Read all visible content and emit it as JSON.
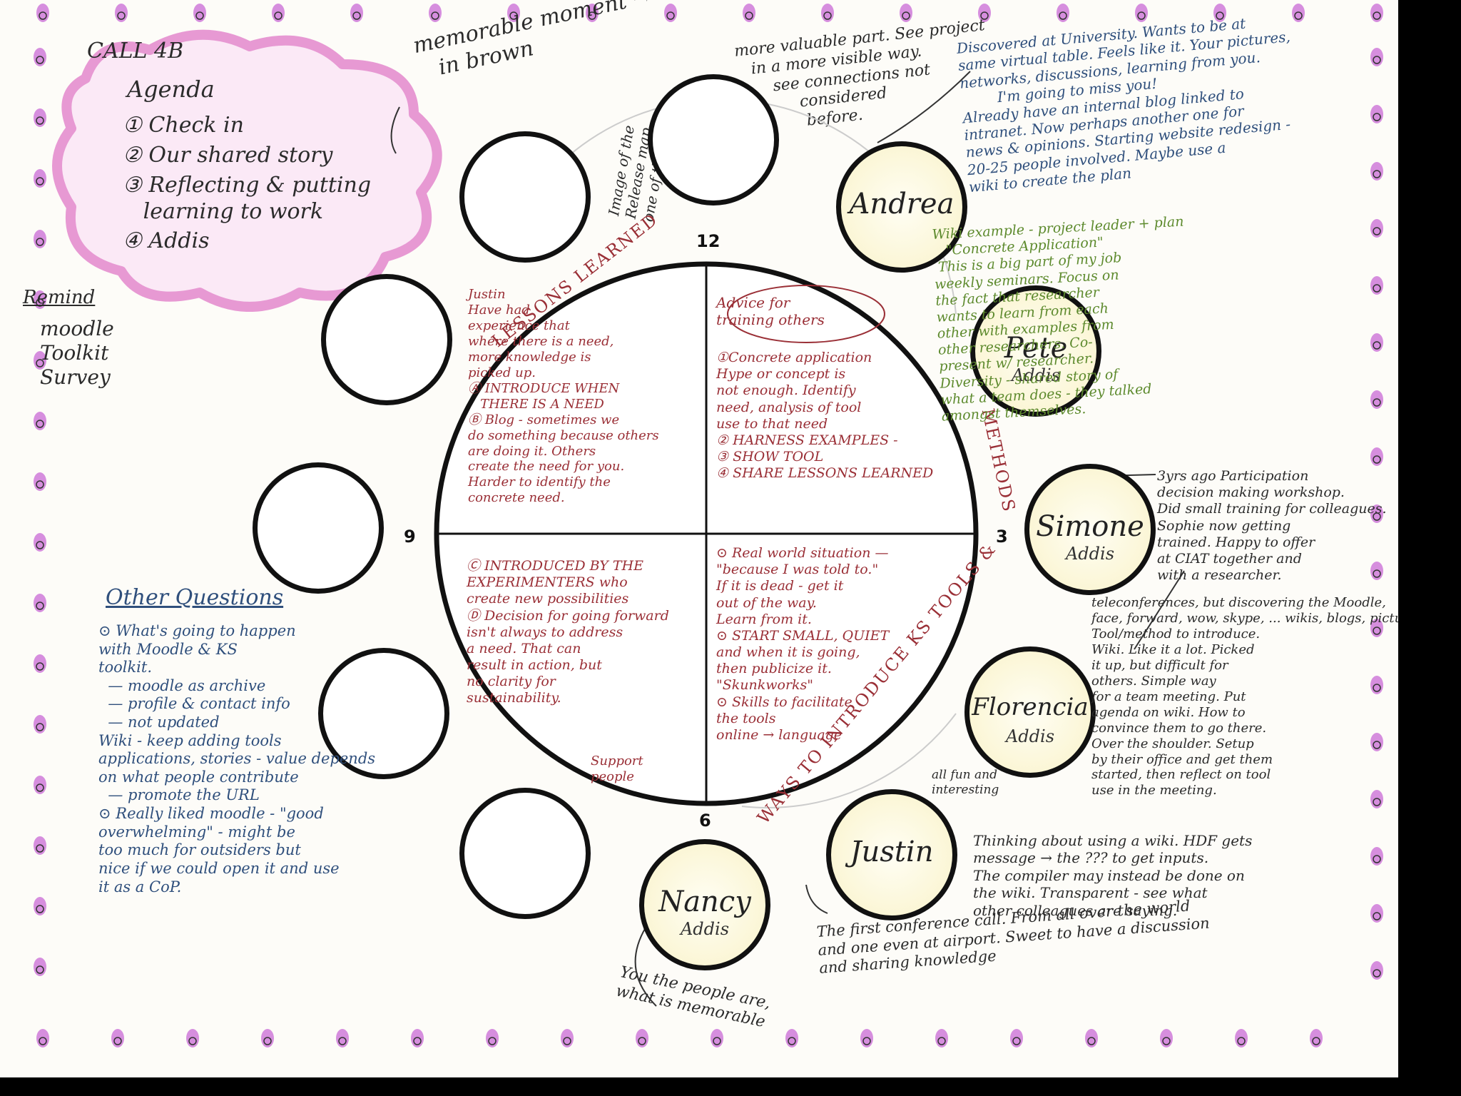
{
  "agenda": {
    "title": "CALL 4B",
    "heading": "Agenda",
    "items": [
      "① Check in",
      "② Our shared story",
      "③ Reflecting & putting\n   learning to work",
      "④ Addis"
    ]
  },
  "remind": {
    "label": "Remind",
    "items": "moodle\nToolkit\nSurvey"
  },
  "top_notes": {
    "memorable": "memorable moment →\n   in brown",
    "valuable": "more valuable part. See project\n   in a more visible way.\n       see connections not\n            considered\n             before.",
    "vertical": "Image of the\nRelease map\none of the more"
  },
  "clock_numbers": {
    "twelve": "12",
    "three": "3",
    "six": "6",
    "nine": "9"
  },
  "arc_labels": {
    "lessons": "LESSONS LEARNED",
    "methods": "METHODS",
    "ways": "WAYS TO INTRODUCE KS TOOLS &"
  },
  "quadrants": {
    "top_left": "Justin\nHave had\nexperience that\nwhere there is a need,\nmore knowledge is\npicked up.\nⒶ INTRODUCE WHEN\n   THERE IS A NEED\nⒷ Blog - sometimes we\ndo something because others\nare doing it. Others\ncreate the need for you.\nHarder to identify the\nconcrete need.",
    "top_right_heading": "Advice for\ntraining others",
    "top_right": "①Concrete application\nHype or concept is\nnot enough. Identify\nneed, analysis of tool\nuse to that need\n② HARNESS EXAMPLES -\n③ SHOW TOOL\n④ SHARE LESSONS LEARNED",
    "bottom_left": "Ⓒ INTRODUCED BY THE\nEXPERIMENTERS who\ncreate new possibilities\nⒹ Decision for going forward\nisn't always to address\na need. That can\nresult in action, but\nno clarity for\nsustainability.",
    "bottom_left_note": "Support\npeople",
    "bottom_right": "⊙ Real world situation —\n\"because I was told to.\"\nIf it is dead - get it\nout of the way.\nLearn from it.\n⊙ START SMALL, QUIET\nand when it is going,\nthen publicize it.\n\"Skunkworks\"\n⊙ Skills to facilitate\nthe tools\nonline → language"
  },
  "participants": [
    {
      "name": "Andrea",
      "sub": ""
    },
    {
      "name": "Pete",
      "sub": "Addis"
    },
    {
      "name": "Simone",
      "sub": "Addis"
    },
    {
      "name": "Florencia",
      "sub": "Addis"
    },
    {
      "name": "Justin",
      "sub": ""
    },
    {
      "name": "Nancy",
      "sub": "Addis"
    }
  ],
  "right_notes": {
    "andrea": "Discovered at University. Wants to be at\nsame virtual table. Feels like it. Your pictures,\nnetworks, discussions, learning from you.\n        I'm going to miss you!\nAlready have an internal blog linked to\nintranet. Now perhaps another one for\nnews & opinions. Starting website redesign -\n20-25 people involved. Maybe use a\nwiki to create the plan",
    "pete": "Wiki example - project leader + plan\n   \"Concrete Application\"\n This is a big part of my job\nweekly seminars. Focus on\nthe fact that researcher\nwants to learn from each\nother with examples from\nother researchers. Co-\npresent w/ researcher.\nDiversity - shared story of\nwhat a team does - they talked\namongst themselves.",
    "simone": "3yrs ago Participation\ndecision making workshop.\nDid small training for colleagues.\nSophie now getting\ntrained. Happy to offer\nat CIAT together and\nwith a researcher.",
    "florencia": "teleconferences, but discovering the Moodle,\nface, forward, wow, skype, ... wikis, blogs, pictures, podcasts.\nTool/method to introduce.\nWiki. Like it a lot. Picked\nit up, but difficult for\nothers. Simple way\nfor a team meeting. Put\nagenda on wiki. How to\nconvince them to go there.\nOver the shoulder. Setup\nby their office and get them\nstarted, then reflect on tool\nuse in the meeting.",
    "florencia_small": "all fun and\ninteresting",
    "justin": "Thinking about using a wiki. HDF gets\nmessage → the ??? to get inputs.\nThe compiler may instead be done on\nthe wiki. Transparent - see what\nother colleagues are saying.",
    "bottom": "The first conference call. From all over the world\nand one even at airport. Sweet to have a discussion\nand sharing knowledge",
    "nancy": "You the people are,\nwhat is memorable"
  },
  "other_questions": {
    "heading": "Other Questions",
    "body": "⊙ What's going to happen\nwith Moodle & KS\ntoolkit.\n  — moodle as archive\n  — profile & contact info\n  — not updated\nWiki - keep adding tools\napplications, stories - value depends\non what people contribute\n  — promote the URL\n⊙ Really liked moodle - \"good\noverwhelming\" - might be\ntoo much for outsiders but\nnice if we could open it and use\nit as a CoP."
  },
  "colors": {
    "paper": "#fdfcf8",
    "border_dots": "#c86ad6",
    "cloud": "#e58fd0",
    "ink_blue": "#2f4f7c",
    "ink_green": "#5d8a2d",
    "ink_red": "#9a2f36"
  }
}
